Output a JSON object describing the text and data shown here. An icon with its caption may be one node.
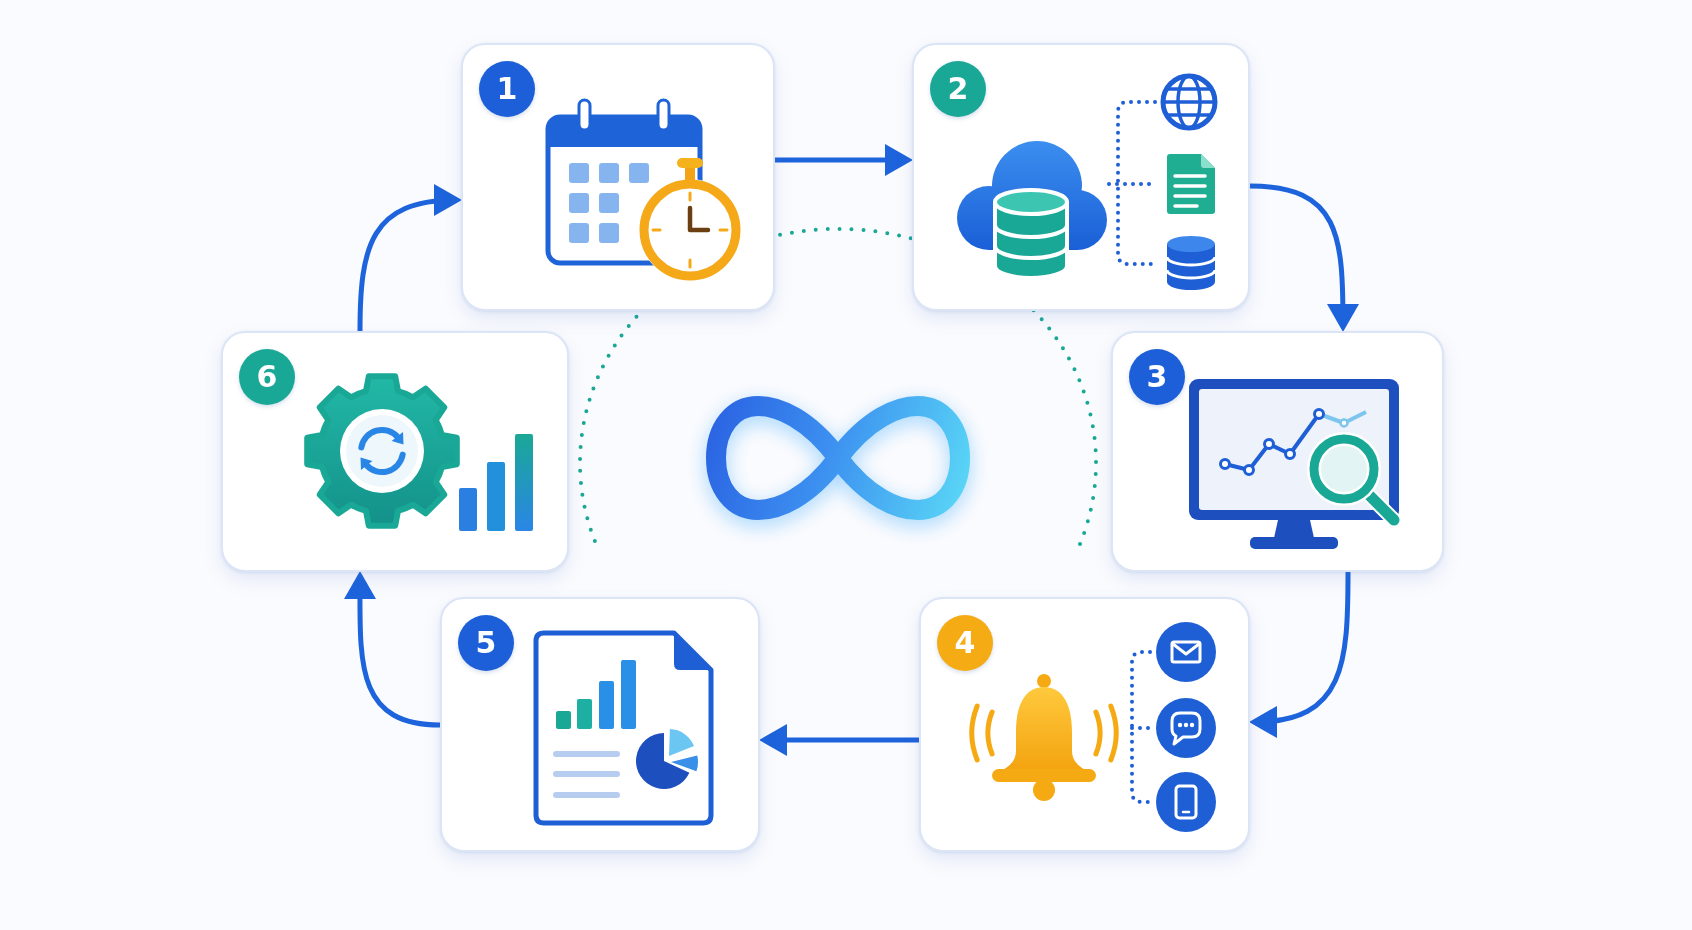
{
  "diagram": {
    "nodes": [
      {
        "text": [
          "1"
        ]
      },
      {
        "text": [
          "2"
        ]
      },
      {
        "text": [
          "3"
        ]
      },
      {
        "text": [
          "4"
        ]
      },
      {
        "text": [
          "5"
        ]
      },
      {
        "text": [
          "6"
        ]
      }
    ],
    "edges": [
      {
        "from": 0,
        "to": 1,
        "arrow": "to"
      },
      {
        "from": 1,
        "to": 2,
        "arrow": "to"
      },
      {
        "from": 2,
        "to": 3,
        "arrow": "to"
      },
      {
        "from": 3,
        "to": 4,
        "arrow": "to"
      },
      {
        "from": 4,
        "to": 5,
        "arrow": "to"
      },
      {
        "from": 5,
        "to": 0,
        "arrow": "to"
      }
    ]
  }
}
